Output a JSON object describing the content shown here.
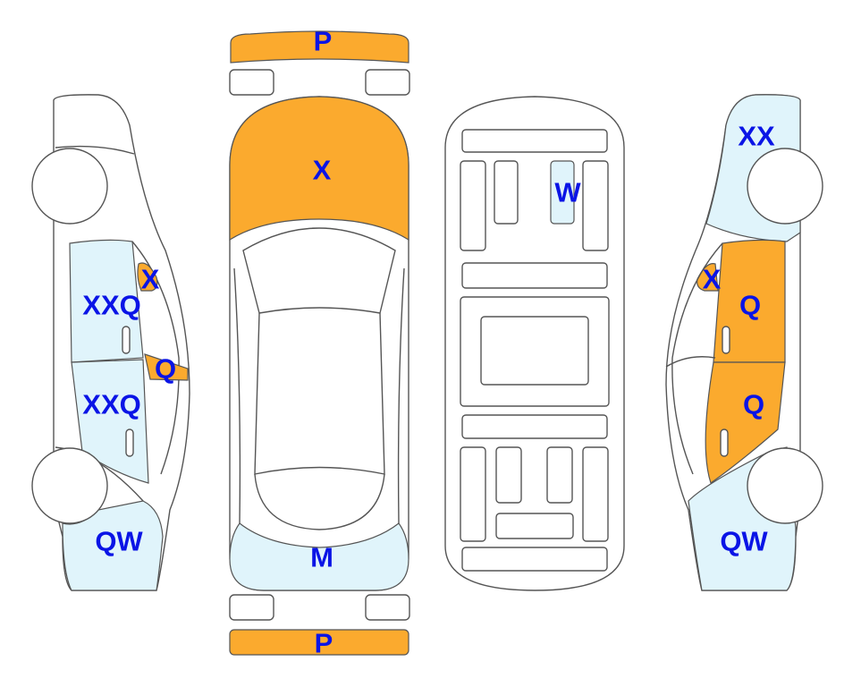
{
  "colors": {
    "damage": "#fbaa2e",
    "minor": "#e0f4fb",
    "label": "#0a14e6",
    "outline": "#555555"
  },
  "labels": {
    "front_bumper": "P",
    "hood": "X",
    "rear_panel": "M",
    "rear_bumper": "P",
    "interior_seat": "W",
    "left_mirror": "X",
    "left_front_door": "XXQ",
    "left_pillar": "Q",
    "left_rear_door": "XXQ",
    "left_rear_quarter": "QW",
    "right_front_fender": "XX",
    "right_mirror": "X",
    "right_front_door": "Q",
    "right_rear_door": "Q",
    "right_rear_quarter": "QW"
  }
}
